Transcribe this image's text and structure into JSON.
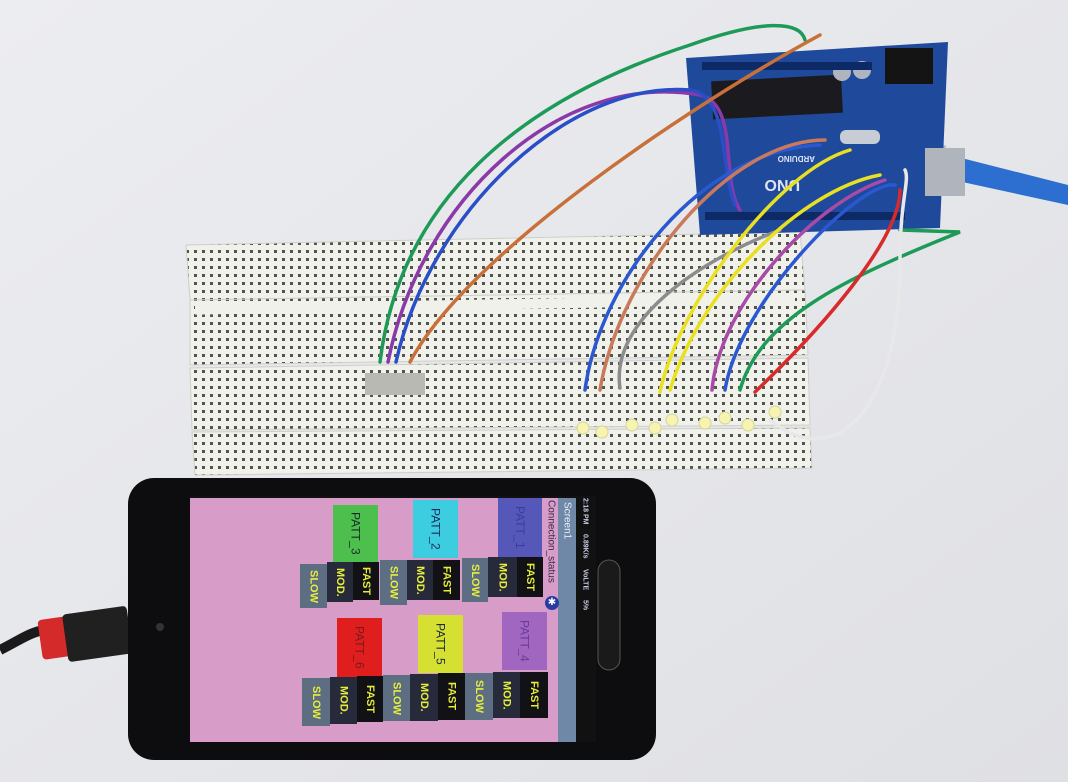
{
  "phone": {
    "status_bar": {
      "time": "2:18 PM",
      "speed": "0.89K/s",
      "network": "VoLTE",
      "battery": "5%"
    },
    "app": {
      "screen_title": "Screen1",
      "connection_status": "Connection_status",
      "bluetooth_icon": "bluetooth-icon",
      "background_color": "#d89cc8",
      "patterns": [
        {
          "label": "PATT_",
          "number": "1",
          "color": "#5558b8",
          "text_color": "#3a3aa0"
        },
        {
          "label": "PATT_",
          "number": "2",
          "color": "#3ccde0",
          "text_color": "#1a2a5a"
        },
        {
          "label": "PATT_",
          "number": "3",
          "color": "#4cbf4c",
          "text_color": "#1a2a2a"
        },
        {
          "label": "PATT_",
          "number": "4",
          "color": "#a066c0",
          "text_color": "#6a3a9a"
        },
        {
          "label": "PATT_",
          "number": "5",
          "color": "#d6e032",
          "text_color": "#1a2a3a"
        },
        {
          "label": "PATT_",
          "number": "6",
          "color": "#e01e1e",
          "text_color": "#7a1a1a"
        }
      ],
      "buttons": {
        "fast": "FAST",
        "mod": "MOD.",
        "slow": "SLOW"
      }
    }
  },
  "hardware": {
    "board_label": "UNO",
    "board_brand": "ARDUINO",
    "board_color": "#1f4a9c",
    "led_color": "#f6f4b0"
  }
}
